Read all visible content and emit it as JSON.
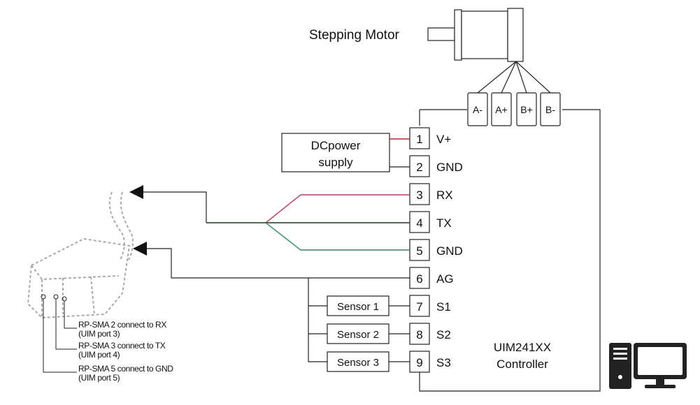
{
  "motor": {
    "label": "Stepping Motor"
  },
  "motor_terminals": [
    "A-",
    "A+",
    "B+",
    "B-"
  ],
  "power": {
    "line1": "DCpower",
    "line2": "supply"
  },
  "ports": [
    {
      "num": "1",
      "name": "V+"
    },
    {
      "num": "2",
      "name": "GND"
    },
    {
      "num": "3",
      "name": "RX"
    },
    {
      "num": "4",
      "name": "TX"
    },
    {
      "num": "5",
      "name": "GND"
    },
    {
      "num": "6",
      "name": "AG"
    },
    {
      "num": "7",
      "name": "S1"
    },
    {
      "num": "8",
      "name": "S2"
    },
    {
      "num": "9",
      "name": "S3"
    }
  ],
  "sensors": [
    "Sensor 1",
    "Sensor 2",
    "Sensor 3"
  ],
  "controller": {
    "line1": "UIM241XX",
    "line2": "Controller"
  },
  "notes": [
    {
      "line1": "RP-SMA 2 connect to RX",
      "line2": "(UIM port 3)"
    },
    {
      "line1": "RP-SMA 3 connect to TX",
      "line2": "(UIM port 4)"
    },
    {
      "line1": "RP-SMA 5 connect to GND",
      "line2": "(UIM port 5)"
    }
  ],
  "colors": {
    "wire_power": "#cc2222",
    "wire_rx": "#cc3366",
    "wire_tx": "#1a3a1a",
    "wire_gnd": "#2e8b57",
    "line": "#222222",
    "device_sketch": "#aaaaaa"
  },
  "icons": [
    "computer-tower-icon",
    "monitor-icon",
    "serial-adapter-sketch"
  ]
}
